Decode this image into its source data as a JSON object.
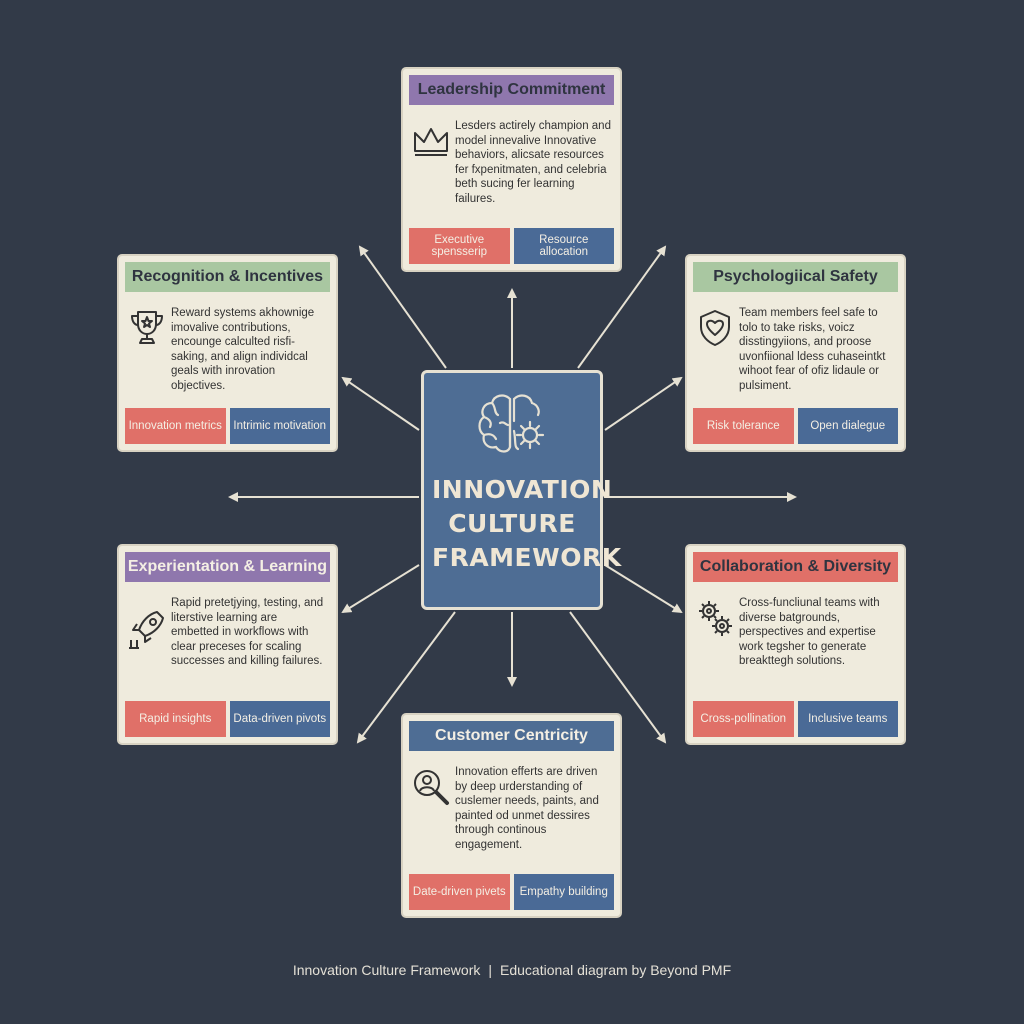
{
  "center": {
    "title": "INNOVATION CULTURE FRAMEWORK",
    "icon": "brain-gear-icon"
  },
  "colors": {
    "background": "#323a48",
    "center_box": "#4e6d94",
    "header_purple": "#8f77ad",
    "header_green": "#a9c7a1",
    "header_red": "#e07068",
    "header_blue": "#4e6d94",
    "tag_red": "#e07068",
    "tag_blue": "#4a6a96",
    "card_bg": "#efebdd"
  },
  "cards": {
    "leadership": {
      "title": "Leadership Commitment",
      "icon": "crown-icon",
      "description": "Lesders actirely champion and model innevalive Innovative behaviors, alicsate resources fer fxpenitmaten, and celebria beth sucing fer learning failures.",
      "tags": [
        "Executive spensserip",
        "Resource allocation"
      ]
    },
    "recognition": {
      "title": "Recognition & Incentives",
      "icon": "trophy-icon",
      "description": "Reward systems akhownige imovalive contributions, encounge calculted risfi-saking, and align individcal geals with inrovation objectives.",
      "tags": [
        "Innovation metrics",
        "Intrimic motivation"
      ]
    },
    "safety": {
      "title": "Psychologiical Safety",
      "icon": "heart-shield-icon",
      "description": "Team members feel safe to tolo to take risks, voicz disstingyiions, and proose uvonfiional ldess cuhaseintkt wihoot fear of ofiz lidaule or pulsiment.",
      "tags": [
        "Risk tolerance",
        "Open dialegue"
      ]
    },
    "experimentation": {
      "title": "Experientation & Learning",
      "icon": "rocket-icon",
      "description": "Rapid pretetjying, testing, and literstive learning are embetted in workflows with clear preceses for scaling successes and killing failures.",
      "tags": [
        "Rapid insights",
        "Data-driven pivots"
      ]
    },
    "collaboration": {
      "title": "Collaboration & Diversity",
      "icon": "gears-icon",
      "description": "Cross-funcliunal teams with diverse batgrounds, perspectives and expertise work tegsher to generate breakttegh solutions.",
      "tags": [
        "Cross-pollination",
        "Inclusive teams"
      ]
    },
    "customer": {
      "title": "Customer Centricity",
      "icon": "magnifier-person-icon",
      "description": "Innovation efferts are driven by deep urderstanding of cuslemer needs, paints, and painted od unmet dessires through continous engagement.",
      "tags": [
        "Date-driven pivets",
        "Empathy building"
      ]
    }
  },
  "footer": {
    "left": "Innovation Culture Framework",
    "separator": "|",
    "right": "Educational diagram by Beyond PMF"
  }
}
